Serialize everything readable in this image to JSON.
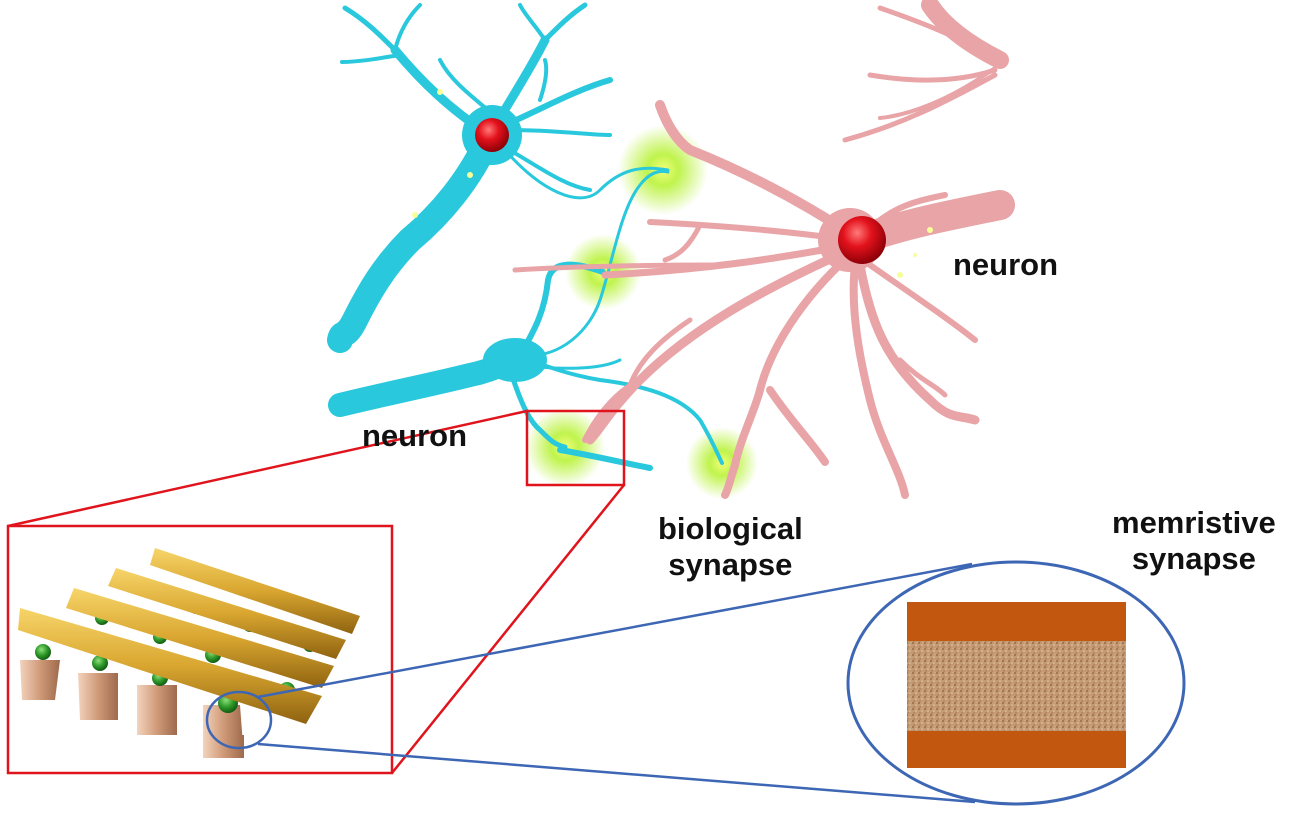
{
  "labels": {
    "neuron_right": "neuron",
    "neuron_left": "neuron",
    "biological_synapse": [
      "biological",
      "synapse"
    ],
    "memristive_synapse": [
      "memristive",
      "synapse"
    ]
  },
  "colors": {
    "neuron_a": "#29c8dc",
    "neuron_b": "#e8a4a6",
    "soma": "#e3121c",
    "synapse_glow": "#b9f23a",
    "zoom_box": "#e0141c",
    "zoom_lines_blue": "#3d66b4",
    "electrode_top": "#d9a630",
    "electrode_bottom": "#cf9a78",
    "switching_cell": "#2f9a2a",
    "memristor_electrode": "#c2580f",
    "memristor_layer": "#c49a74"
  },
  "icons": {
    "neurons": "neuron-network-illustration",
    "crossbar": "memristor-crossbar-array",
    "memristor": "memristor-cross-section"
  }
}
